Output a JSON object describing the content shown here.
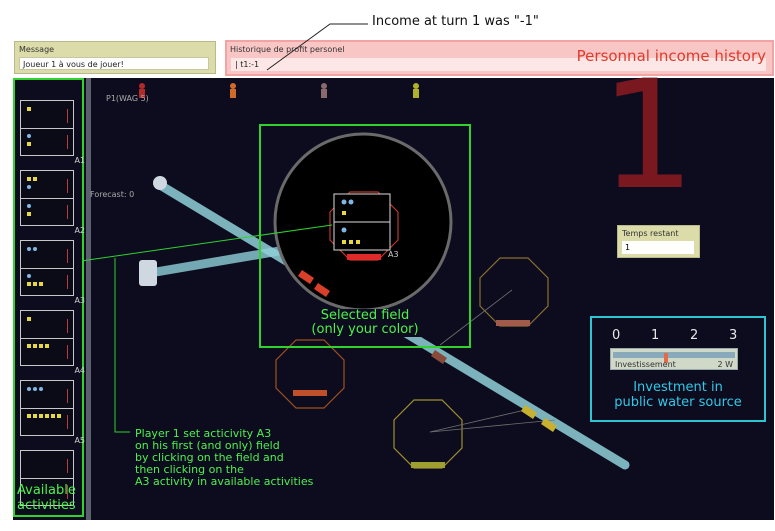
{
  "callouts": {
    "income": "Income at turn 1 was \"-1\"",
    "history_caption": "Personnal income history",
    "selected_field": [
      "Selected field",
      "(only your color)"
    ],
    "investment": [
      "Investment in",
      "public water source"
    ],
    "available": [
      "Available",
      "activities"
    ],
    "player_action": [
      "Player 1 set acticivity A3",
      "on his first (and only) field",
      "by clicking on the field and",
      "then clicking on the",
      "A3 activity in available activities"
    ]
  },
  "message_panel": {
    "title": "Message",
    "value": "Joueur 1 à vous de jouer!"
  },
  "history_panel": {
    "title": "Historique de profit personel",
    "value": "| t1:-1"
  },
  "game": {
    "player_label": "P1(WAG 5)",
    "forecast_label": "Forecast: 0",
    "turn_number": "1",
    "selected_field_activity": "A3"
  },
  "time_panel": {
    "title": "Temps restant",
    "value": "1"
  },
  "investment_panel": {
    "ticks": [
      "0",
      "1",
      "2",
      "3"
    ],
    "slider_label": "Investissement",
    "slider_value": "2 W",
    "level": 2,
    "max": 3
  },
  "activities": [
    {
      "label": "A1"
    },
    {
      "label": "A2"
    },
    {
      "label": "A3"
    },
    {
      "label": "A4"
    },
    {
      "label": "A5"
    },
    {
      "label": ""
    }
  ],
  "colors": {
    "accent_green": "#2fd22f",
    "history_red": "#e13a2a",
    "investment_cyan": "#2cc6d2",
    "water": "#8fd0d8",
    "turn_color": "#7a1820"
  }
}
